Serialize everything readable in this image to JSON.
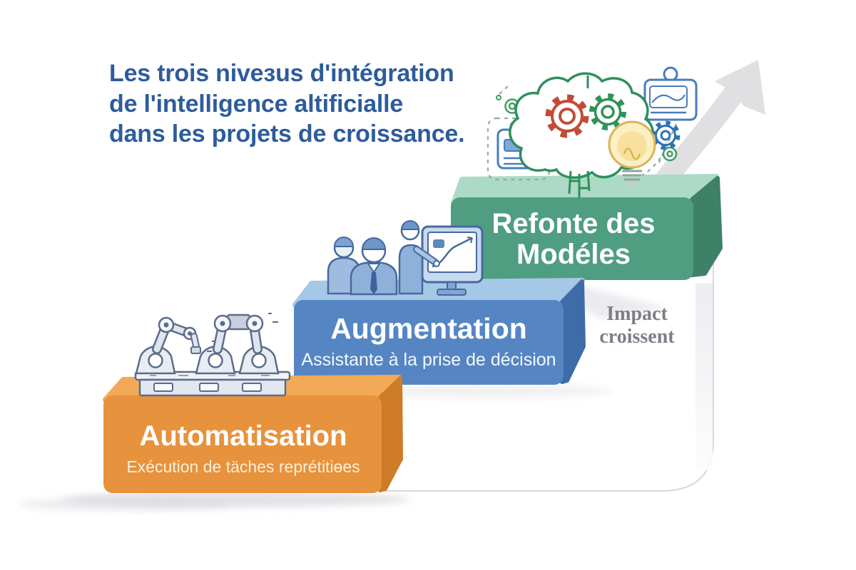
{
  "title": "Les trois niveзus d'intégration\nde l'intelligence altificialle\ndans les projets de croissance.",
  "steps": [
    {
      "label": "Automatisation",
      "sublabel": "Exécution de täches reprétitiɵes"
    },
    {
      "label": "Augmentation",
      "sublabel": "Assistante à la prise de décision"
    },
    {
      "label": "Refonte des Modéles",
      "sublabel": ""
    }
  ],
  "annotation": {
    "impact": "Impact\ncroissent"
  },
  "icons": [
    "brain-gears-icon",
    "lightbulb-icon",
    "gear-icon",
    "id-badge-icon",
    "photo-card-icon",
    "target-icon",
    "coin-icon",
    "robot-arms-icon",
    "audience-icon",
    "presenter-monitor-icon",
    "growth-arrow-icon",
    "swoosh-path"
  ],
  "colors": {
    "title-blue": "#2E5C9C",
    "impact-gray": "#7E7E88",
    "orange-front": "#E7923C",
    "orange-top": "#F2AA58",
    "orange-side": "#CE7B27",
    "blue-front": "#5586C3",
    "blue-top": "#A6C8E7",
    "blue-side": "#3E6CA8",
    "green-front": "#4F9E81",
    "green-top": "#ACDAC6",
    "green-side": "#3F8168",
    "arrow-gray": "#E0E0E2",
    "line-gray": "#D8D8DE",
    "outline-blue": "#46699F",
    "fill-blue": "#8FB0D9",
    "robot-outline": "#5C6C8A",
    "robot-fill": "#E8ECF3",
    "brain-green": "#2F8F5C",
    "gear-red": "#C24C38",
    "gear-green": "#2F9259",
    "gear-blue": "#2F72B5",
    "bulb-fill": "#FBEFC4",
    "bulb-stroke": "#D9B458",
    "doodle-blue": "#4A7BBE",
    "dash-green": "#8FAF9B"
  }
}
